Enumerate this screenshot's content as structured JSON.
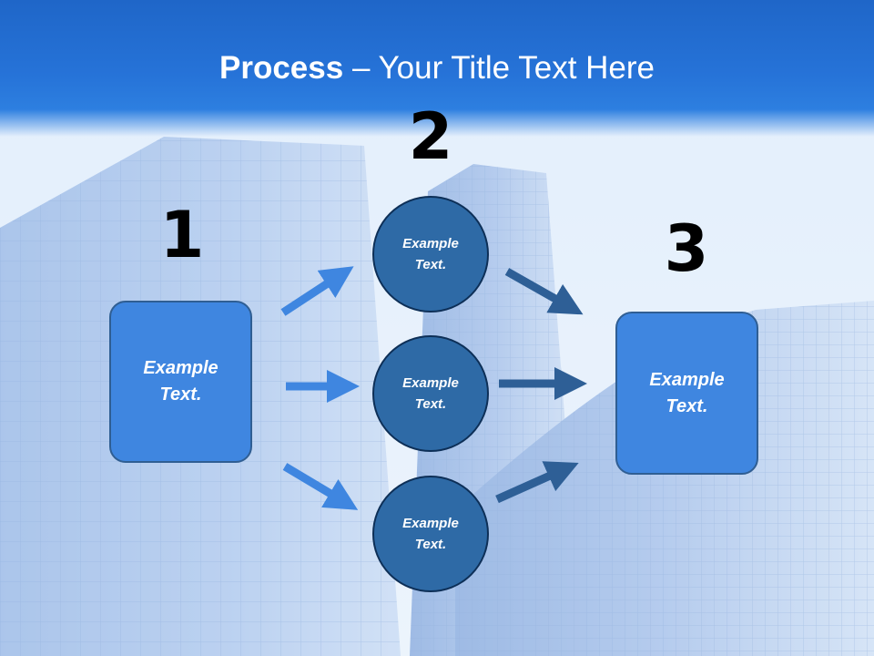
{
  "slide": {
    "title_bold": "Process",
    "title_rest": " – Your Title Text Here"
  },
  "steps": {
    "one": {
      "number": "1",
      "text": "Example Text."
    },
    "two": {
      "number": "2",
      "items": [
        "Example Text.",
        "Example Text.",
        "Example Text."
      ]
    },
    "three": {
      "number": "3",
      "text": "Example Text."
    }
  },
  "colors": {
    "header_blue": "#2673d8",
    "box_blue": "#3f86e0",
    "circle_blue": "#2e6aa6",
    "arrow_light": "#3f86e0",
    "arrow_dark": "#2e5f96"
  }
}
